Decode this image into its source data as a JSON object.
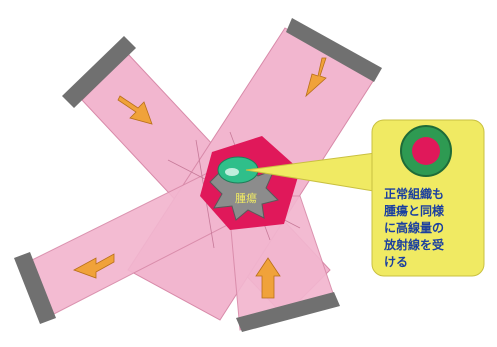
{
  "diagram": {
    "tumor_label": "腫瘍",
    "callout_lines": [
      "正常組織も",
      "腫瘍と同様",
      "に高線量の",
      "放射線を受",
      "ける"
    ],
    "colors": {
      "beam": "#f2b6cf",
      "beam_stroke": "#d88aa9",
      "collimator": "#707070",
      "arrow": "#f0a23a",
      "target_region": "#e0185a",
      "tumor": "#2fbf8a",
      "callout": "#f0ea63",
      "callout_text": "#1a3fa0",
      "normal_circle": "#2e9a52",
      "normal_core": "#e0185a"
    }
  }
}
